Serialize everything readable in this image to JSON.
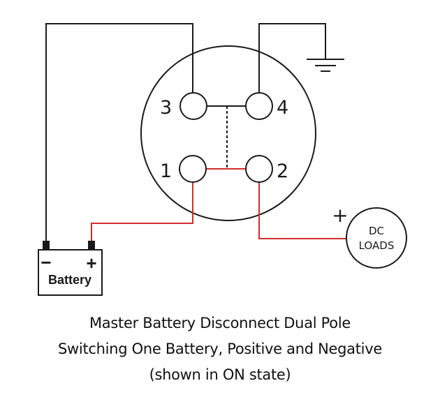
{
  "diagram": {
    "title": "Master Battery Disconnect Dual Pole Switching One Battery, Positive and Negative",
    "switch": {
      "terminals": [
        {
          "id": "1",
          "label": "1"
        },
        {
          "id": "2",
          "label": "2"
        },
        {
          "id": "3",
          "label": "3"
        },
        {
          "id": "4",
          "label": "4"
        }
      ]
    },
    "battery": {
      "label": "Battery",
      "negative_symbol": "−",
      "positive_symbol": "+"
    },
    "load": {
      "line1": "DC",
      "line2": "LOADS",
      "polarity": "+"
    },
    "ground_symbol": "ground-icon",
    "colors": {
      "positive_wire": "#d62b2b",
      "negative_wire": "#1a1a1a"
    }
  },
  "caption": {
    "line1": "Master Battery Disconnect Dual Pole",
    "line2": "Switching One Battery, Positive and Negative",
    "line3": "(shown in ON state)"
  }
}
